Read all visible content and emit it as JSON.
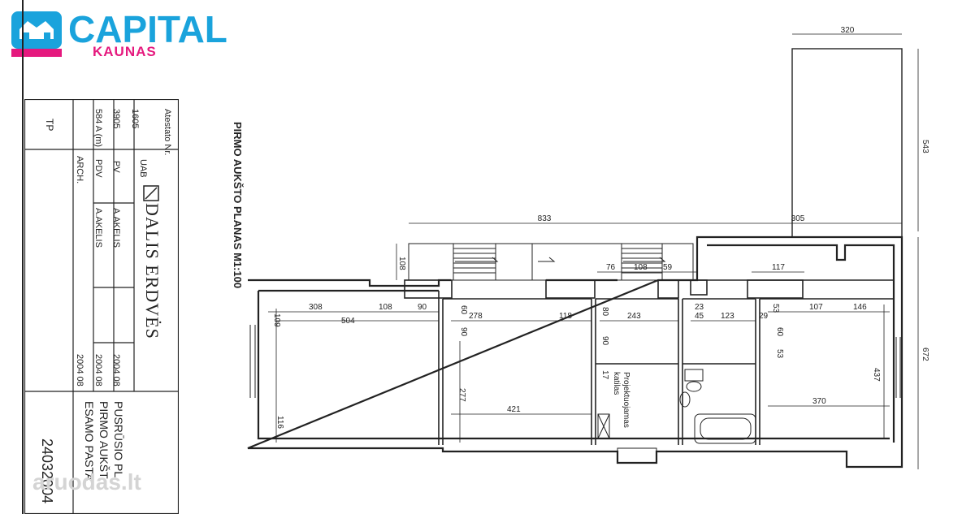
{
  "logo": {
    "word": "CAPITAL",
    "city": "KAUNAS",
    "colors": {
      "blue": "#1aa3dc",
      "magenta": "#e5197e"
    }
  },
  "title_block": {
    "header": "Atestato Nr.",
    "atestato": [
      "1605",
      "3905",
      "584 A (m)"
    ],
    "tp": "TP",
    "company_prefix": "UAB",
    "company": "DALIS ERDVĖS",
    "roles": [
      "PV",
      "PDV",
      "ARCH."
    ],
    "names": [
      "A.AKELIS",
      "A.AKELIS"
    ],
    "dates": [
      "2004 08",
      "2004 08",
      "2004 08"
    ],
    "doc_lines": [
      "PUSRŪSIO PL",
      "PIRMO AUKŠT",
      "ESAMO PASTA"
    ],
    "doc_number": "24032004"
  },
  "plan": {
    "title": "PIRMO AUKŠTO PLANAS  M1:100",
    "dimensions": {
      "top": [
        "833",
        "305",
        "320"
      ],
      "right": [
        "543",
        "672"
      ],
      "left": [
        "108"
      ],
      "interior": [
        "76",
        "108",
        "59",
        "117",
        "308",
        "108",
        "90",
        "60",
        "278",
        "118",
        "80",
        "243",
        "23",
        "123",
        "29",
        "107",
        "146",
        "45",
        "109",
        "504",
        "90",
        "80",
        "90",
        "60",
        "53",
        "17",
        "437",
        "277",
        "421",
        "370",
        "116"
      ]
    },
    "label_projected": [
      "Projektuojamas",
      "katilas"
    ]
  },
  "watermark": "aruodas.lt"
}
